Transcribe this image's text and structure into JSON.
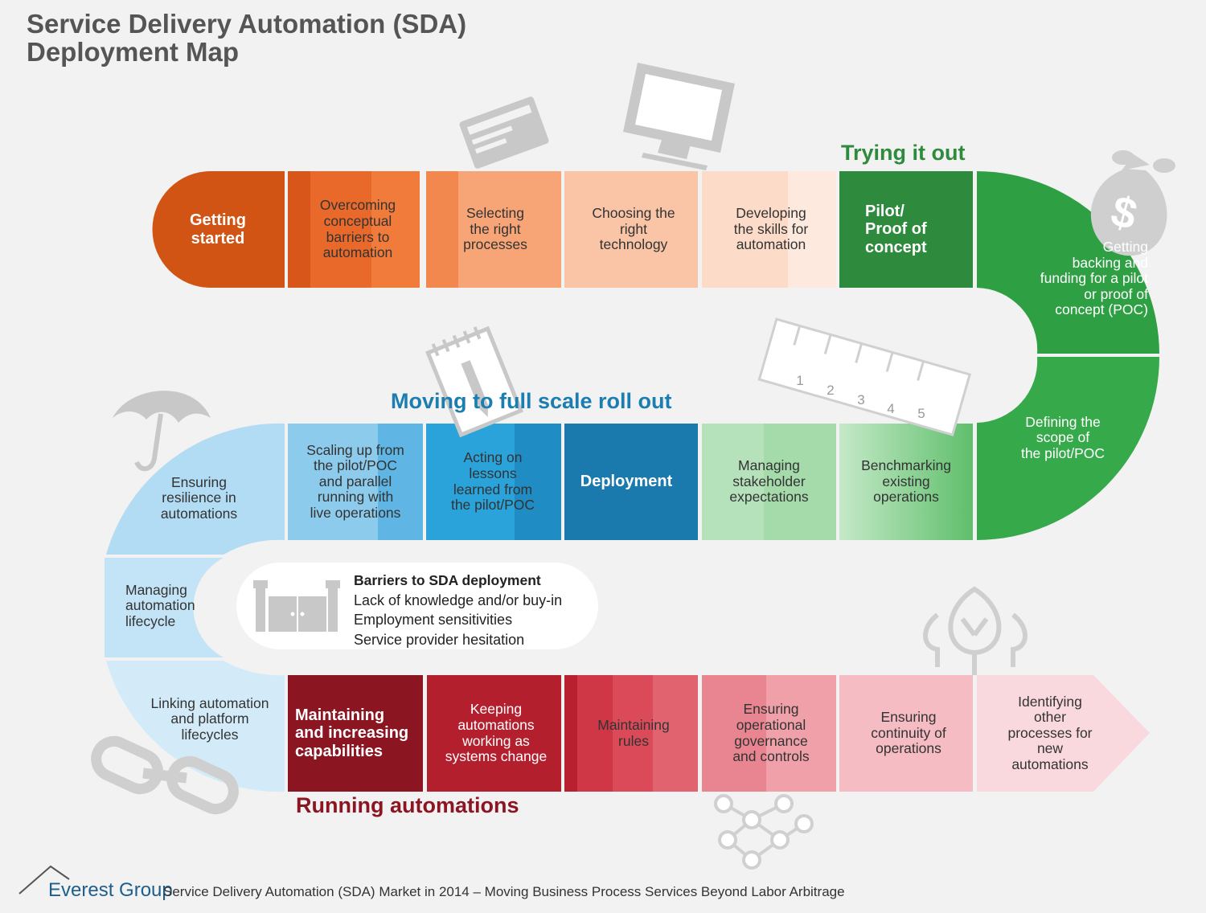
{
  "title": "Service Delivery Automation (SDA)\nDeployment Map",
  "phases": {
    "trying": "Trying it out",
    "rollout": "Moving to full scale roll out",
    "running": "Running automations"
  },
  "steps": [
    "Getting\nstarted",
    "Overcoming\nconceptual\nbarriers to\nautomation",
    "Selecting\nthe right\nprocesses",
    "Choosing the\nright\ntechnology",
    "Developing\nthe skills for\nautomation",
    "Pilot/\nProof of\nconcept",
    "Getting\nbacking and\nfunding for a pilot\nor proof of\nconcept (POC)",
    "Defining the\nscope of\nthe pilot/POC",
    "Benchmarking\nexisting\noperations",
    "Managing\nstakeholder\nexpectations",
    "Deployment",
    "Acting on\nlessons\nlearned from\nthe pilot/POC",
    "Scaling up from\nthe pilot/POC\nand parallel\nrunning with\nlive operations",
    "Ensuring\nresilience in\nautomations",
    "Managing\nautomation\nlifecycle",
    "Linking automation\nand platform\nlifecycles",
    "Maintaining\nand increasing\ncapabilities",
    "Keeping\nautomations\nworking as\nsystems change",
    "Maintaining\nrules",
    "Ensuring\noperational\ngovernance\nand controls",
    "Ensuring\ncontinuity of\noperations",
    "Identifying\nother\nprocesses for\nnew\nautomations"
  ],
  "barriers": {
    "heading": "Barriers to SDA deployment",
    "items": [
      "Lack of knowledge and/or buy-in",
      "Employment sensitivities",
      "Service provider hesitation"
    ]
  },
  "icons": [
    "id-card-icon",
    "monitor-icon",
    "money-bag-icon",
    "notepad-icon",
    "ruler-icon",
    "umbrella-icon",
    "gate-icon",
    "trees-icon",
    "chain-link-icon",
    "network-icon"
  ],
  "ruler_numbers": [
    "1",
    "2",
    "3",
    "4",
    "5"
  ],
  "logo": "Everest Group",
  "footer": "Service Delivery Automation (SDA) Market in 2014 – Moving Business Process Services Beyond Labor Arbitrage",
  "colors": {
    "orange": "#d25414",
    "green": "#2e8b3d",
    "blue": "#1b7db0",
    "red": "#8c1522",
    "text": "#333333"
  }
}
